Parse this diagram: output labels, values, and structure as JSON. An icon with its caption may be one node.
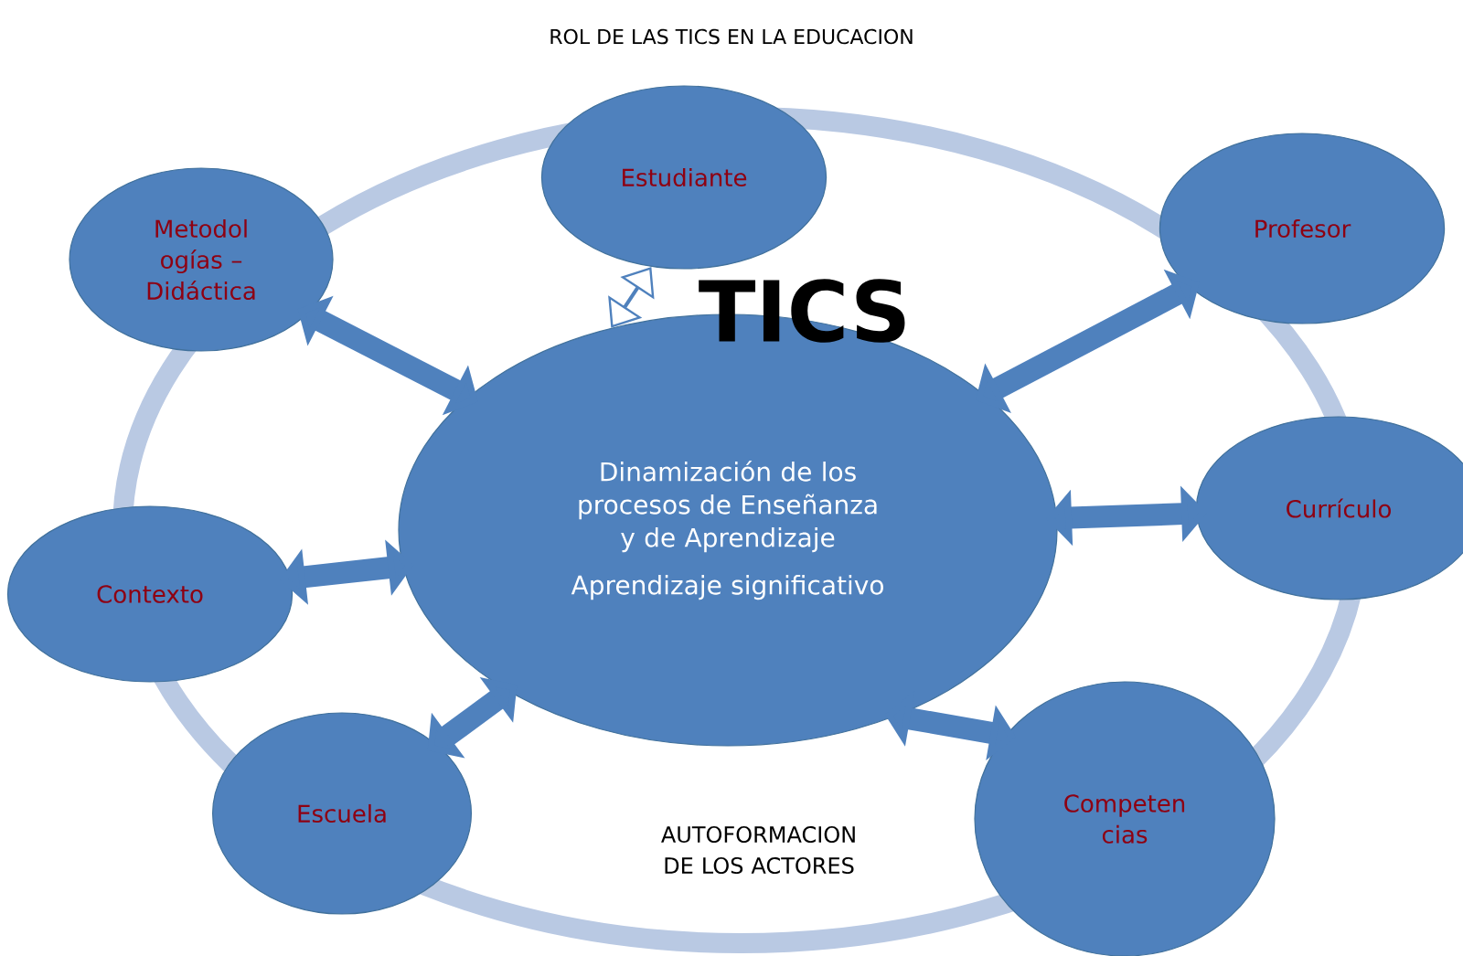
{
  "diagram": {
    "title": "ROL DE LAS TICS EN LA EDUCACION",
    "nodes": [
      {
        "text": [
          "Dinamización de los procesos de Enseñanza y de Aprendizaje",
          "Aprendizaje significativo"
        ]
      },
      {
        "text": [
          "Estudiante"
        ]
      },
      {
        "text": [
          "Profesor"
        ]
      },
      {
        "text": [
          "Currículo"
        ]
      },
      {
        "text": [
          "Competen cias"
        ]
      },
      {
        "text": [
          "Escuela"
        ]
      },
      {
        "text": [
          "Contexto"
        ]
      },
      {
        "text": [
          "Metodol ogías – Didáctica"
        ]
      }
    ],
    "edges": [
      {
        "from": 0,
        "to": 1,
        "arrow": "both"
      },
      {
        "from": 0,
        "to": 2,
        "arrow": "both"
      },
      {
        "from": 0,
        "to": 3,
        "arrow": "both"
      },
      {
        "from": 0,
        "to": 4,
        "arrow": "both"
      },
      {
        "from": 0,
        "to": 5,
        "arrow": "both"
      },
      {
        "from": 0,
        "to": 6,
        "arrow": "both"
      },
      {
        "from": 0,
        "to": 7,
        "arrow": "both"
      }
    ],
    "labels": [
      "TICS",
      "AUTOFORMACION DE LOS ACTORES"
    ]
  }
}
